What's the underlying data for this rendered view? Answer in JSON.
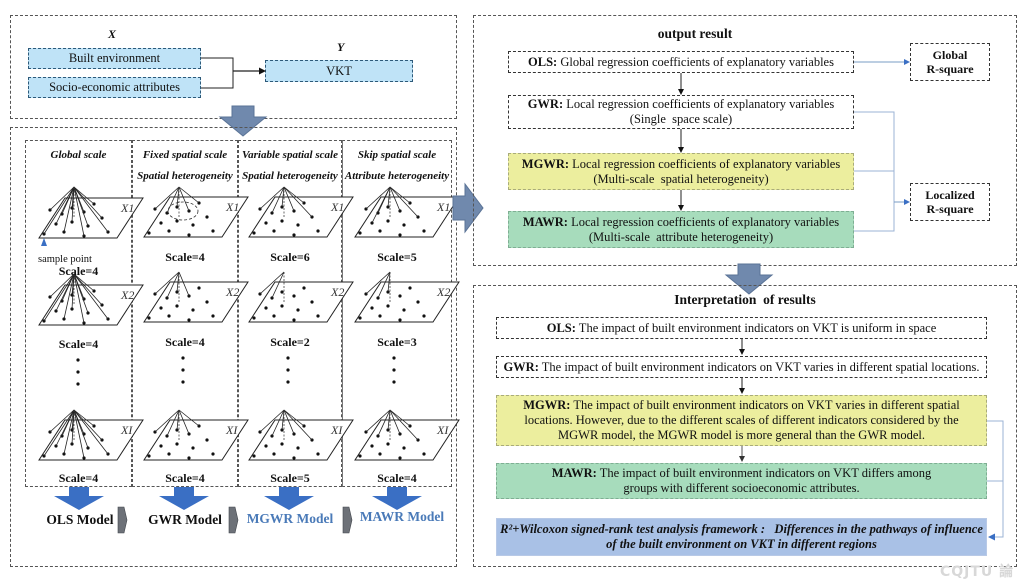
{
  "inputs": {
    "x_label": "X",
    "y_label": "Y",
    "built_environment": "Built environment",
    "socio_economic": "Socio-economic attributes",
    "vkt": "VKT"
  },
  "columns": [
    {
      "title": "Global scale",
      "subtitle": "",
      "scales": [
        "Scale=4",
        "Scale=4",
        "Scale=4"
      ],
      "vars": [
        "X1",
        "X2",
        "XI"
      ],
      "model": "OLS Model",
      "model_color": "#111111"
    },
    {
      "title": "Fixed spatial scale",
      "subtitle": "Spatial heterogeneity",
      "scales": [
        "Scale=4",
        "Scale=4",
        "Scale=4"
      ],
      "vars": [
        "X1",
        "X2",
        "XI"
      ],
      "model": "GWR  Model",
      "model_color": "#111111"
    },
    {
      "title": "Variable spatial scale",
      "subtitle": "Spatial heterogeneity",
      "scales": [
        "Scale=6",
        "Scale=2",
        "Scale=5"
      ],
      "vars": [
        "X1",
        "X2",
        "XI"
      ],
      "model": "MGWR Model",
      "model_color": "#4a7ab8"
    },
    {
      "title": "Skip spatial scale",
      "subtitle": "Attribute heterogeneity",
      "scales": [
        "Scale=5",
        "Scale=3",
        "Scale=4"
      ],
      "vars": [
        "X1",
        "X2",
        "XI"
      ],
      "model": "MAWR Model",
      "model_color": "#4a7ab8"
    }
  ],
  "sample_point_label": "sample point",
  "output": {
    "title": "output result",
    "ols": {
      "tag": "OLS:",
      "text": "Global regression coefficients of explanatory variables"
    },
    "gwr": {
      "tag": "GWR:",
      "text": "Local regression coefficients of explanatory variables",
      "sub": "(Single  space scale)"
    },
    "mgwr": {
      "tag": "MGWR:",
      "text": "Local regression coefficients of explanatory variables",
      "sub": "(Multi-scale  spatial heterogeneity)"
    },
    "mawr": {
      "tag": "MAWR:",
      "text": "Local regression coefficients of explanatory variables",
      "sub": "(Multi-scale  attribute heterogeneity)"
    },
    "global_r2": [
      "Global",
      "R-square"
    ],
    "local_r2": [
      "Localized",
      "R-square"
    ]
  },
  "interpretation": {
    "title": "Interpretation  of results",
    "ols": {
      "tag": "OLS:",
      "text": " The impact of built environment indicators on VKT is uniform in space"
    },
    "gwr": {
      "tag": "GWR:",
      "text": " The impact of built environment indicators on VKT varies in different spatial locations."
    },
    "mgwr": {
      "tag": "MGWR:",
      "text": " The impact of built environment indicators on VKT varies in different spatial locations. However, due to the different scales of different indicators considered by the MGWR model, the MGWR model is more general than the GWR model."
    },
    "mawr": {
      "tag": "MAWR:",
      "text": " The impact of built environment indicators on VKT differs among groups with different socioeconomic attributes."
    },
    "framework": {
      "line1": "R²+Wilcoxon signed-rank test analysis framework :   Differences in the pathways of influence",
      "line2": "of the built environment on VKT in different regions"
    }
  },
  "watermark": "CQJTU 論",
  "colors": {
    "input_fill": "#bfe3f7",
    "arrow_fill": "#7089ad",
    "down_arrow_blue": "#3a6fc4",
    "mgwr_fill": "#ecee9e",
    "mawr_fill": "#a7dcbc",
    "framework_fill": "#a9c1e6",
    "connector": "#7a9cc6"
  }
}
